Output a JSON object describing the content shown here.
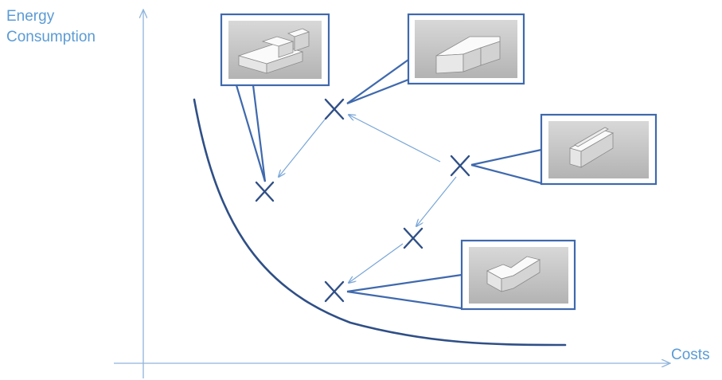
{
  "diagram": {
    "y_axis_label_line1": "Energy",
    "y_axis_label_line2": "Consumption",
    "x_axis_label": "Costs",
    "colors": {
      "axis": "#8fb4dc",
      "curve": "#2f4f86",
      "marker": "#2f4f86",
      "search_arrow": "#7aa6d8",
      "callout_border": "#3f69ad",
      "thumbnail_bg": "#c9c9c9"
    },
    "design_points": [
      {
        "id": "A",
        "shape": "l-shape-stepped",
        "has_thumbnail": true
      },
      {
        "id": "B",
        "shape": "l-shape-tall",
        "has_thumbnail": true
      },
      {
        "id": "C",
        "shape": "long-bar-ridge",
        "has_thumbnail": true
      },
      {
        "id": "D",
        "shape": "none",
        "has_thumbnail": false
      },
      {
        "id": "E",
        "shape": "l-shape-compact",
        "has_thumbnail": true
      }
    ],
    "search_path": [
      [
        "C",
        "B"
      ],
      [
        "B",
        "A"
      ],
      [
        "C",
        "D"
      ],
      [
        "D",
        "E"
      ]
    ]
  }
}
